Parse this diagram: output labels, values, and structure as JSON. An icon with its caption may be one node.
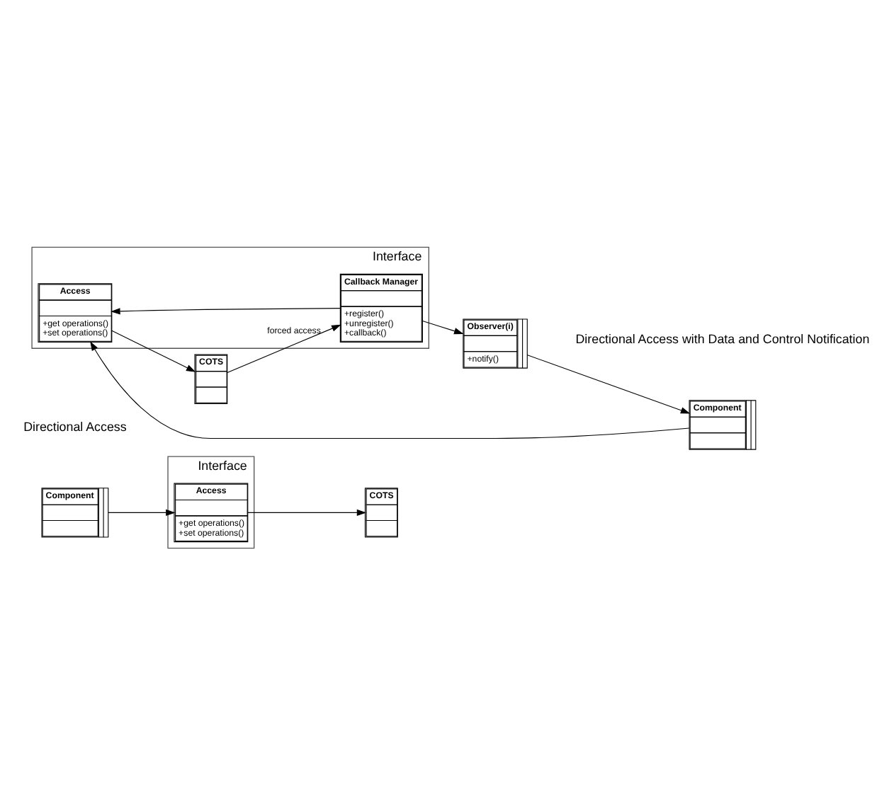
{
  "diagram": {
    "nodes": [
      {
        "text": [
          "Component"
        ]
      },
      {
        "text": [
          "Interface"
        ]
      },
      {
        "text": [
          "Access",
          "+get operations()",
          "+set operations()"
        ],
        "in": 1
      },
      {
        "text": [
          "COTS"
        ]
      },
      {
        "text": [
          "Interface"
        ]
      },
      {
        "text": [
          "Access",
          "+get operations()",
          "+set operations()"
        ],
        "in": 4
      },
      {
        "text": [
          "COTS"
        ]
      },
      {
        "text": [
          "Component"
        ]
      },
      {
        "text": [
          "Observer(i)",
          "+notify()"
        ]
      },
      {
        "text": [
          "Callback Manager",
          "+register()",
          "+unregister()",
          "+callback()"
        ],
        "in": 4
      }
    ],
    "edges": [
      {
        "from": 0,
        "to": 2,
        "arrow": "to"
      },
      {
        "from": 2,
        "to": 3,
        "arrow": "to"
      },
      {
        "from": 7,
        "to": 5,
        "arrow": "to"
      },
      {
        "from": 5,
        "to": 6,
        "arrow": "to"
      },
      {
        "from": 9,
        "to": 5,
        "arrow": "to"
      },
      {
        "from": 6,
        "to": 9,
        "label": "forced access",
        "arrow": "to"
      },
      {
        "from": 9,
        "to": 8,
        "arrow": "to"
      },
      {
        "from": 8,
        "to": 7,
        "arrow": "to"
      }
    ],
    "labels": [
      "Directional Access",
      "Directional Access with Data and Control Notification"
    ]
  }
}
